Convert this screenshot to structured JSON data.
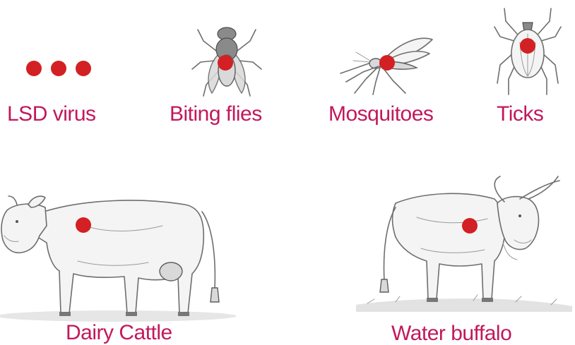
{
  "colors": {
    "label": "#c2185b",
    "marker": "#d32024",
    "sketch": "#6e6e6e"
  },
  "vectors": [
    {
      "label": "LSD virus",
      "icon": "virus-particles-icon"
    },
    {
      "label": "Biting flies",
      "icon": "fly-icon"
    },
    {
      "label": "Mosquitoes",
      "icon": "mosquito-icon"
    },
    {
      "label": "Ticks",
      "icon": "tick-icon"
    }
  ],
  "hosts": [
    {
      "label": "Dairy Cattle",
      "icon": "dairy-cow-icon"
    },
    {
      "label": "Water buffalo",
      "icon": "water-buffalo-icon"
    }
  ]
}
